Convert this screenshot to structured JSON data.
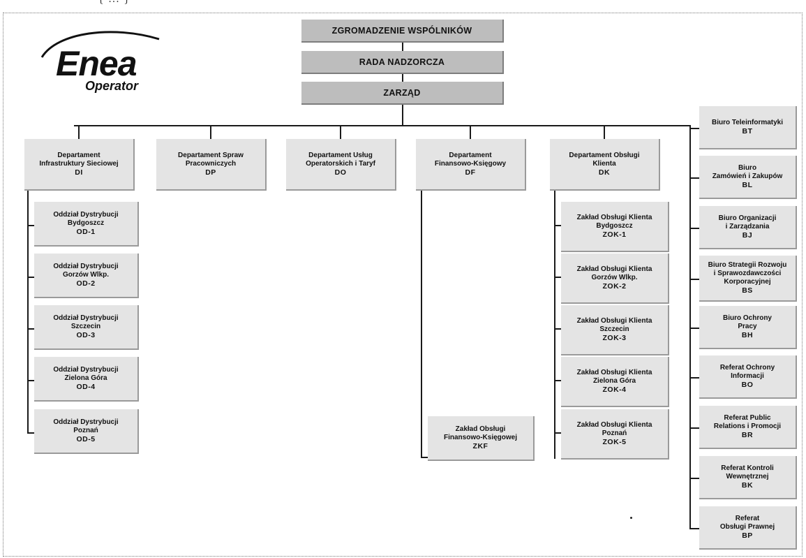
{
  "header_fragment": "{ ... }",
  "logo": {
    "word": "Enea",
    "sub": "Operator"
  },
  "top": [
    "ZGROMADZENIE WSPÓLNIKÓW",
    "RADA NADZORCZA",
    "ZARZĄD"
  ],
  "departments": [
    {
      "name": [
        "Departament",
        "Infrastruktury Sieciowej"
      ],
      "code": "DI"
    },
    {
      "name": [
        "Departament Spraw",
        "Pracowniczych"
      ],
      "code": "DP"
    },
    {
      "name": [
        "Departament Usług",
        "Operatorskich i Taryf"
      ],
      "code": "DO"
    },
    {
      "name": [
        "Departament",
        "Finansowo-Księgowy"
      ],
      "code": "DF"
    },
    {
      "name": [
        "Departament Obsługi",
        "Klienta"
      ],
      "code": "DK"
    }
  ],
  "di_units": [
    {
      "name": [
        "Oddział Dystrybucji",
        "Bydgoszcz"
      ],
      "code": "OD-1"
    },
    {
      "name": [
        "Oddział Dystrybucji",
        "Gorzów Wlkp."
      ],
      "code": "OD-2"
    },
    {
      "name": [
        "Oddział Dystrybucji",
        "Szczecin"
      ],
      "code": "OD-3"
    },
    {
      "name": [
        "Oddział Dystrybucji",
        "Zielona Góra"
      ],
      "code": "OD-4"
    },
    {
      "name": [
        "Oddział Dystrybucji",
        "Poznań"
      ],
      "code": "OD-5"
    }
  ],
  "df_units": [
    {
      "name": [
        "Zakład Obsługi",
        "Finansowo-Księgowej"
      ],
      "code": "ZKF"
    }
  ],
  "dk_units": [
    {
      "name": [
        "Zakład Obsługi Klienta",
        "Bydgoszcz"
      ],
      "code": "ZOK-1"
    },
    {
      "name": [
        "Zakład Obsługi Klienta",
        "Gorzów Wlkp."
      ],
      "code": "ZOK-2"
    },
    {
      "name": [
        "Zakład Obsługi Klienta",
        "Szczecin"
      ],
      "code": "ZOK-3"
    },
    {
      "name": [
        "Zakład Obsługi Klienta",
        "Zielona Góra"
      ],
      "code": "ZOK-4"
    },
    {
      "name": [
        "Zakład Obsługi Klienta",
        "Poznań"
      ],
      "code": "ZOK-5"
    }
  ],
  "offices": [
    {
      "name": [
        "Biuro Teleinformatyki"
      ],
      "code": "BT"
    },
    {
      "name": [
        "Biuro",
        "Zamówień i Zakupów"
      ],
      "code": "BL"
    },
    {
      "name": [
        "Biuro Organizacji",
        "i Zarządzania"
      ],
      "code": "BJ"
    },
    {
      "name": [
        "Biuro Strategii Rozwoju",
        "i Sprawozdawczości",
        "Korporacyjnej"
      ],
      "code": "BS"
    },
    {
      "name": [
        "Biuro Ochrony",
        "Pracy"
      ],
      "code": "BH"
    },
    {
      "name": [
        "Referat Ochrony",
        "Informacji"
      ],
      "code": "BO"
    },
    {
      "name": [
        "Referat Public",
        "Relations i Promocji"
      ],
      "code": "BR"
    },
    {
      "name": [
        "Referat Kontroli",
        "Wewnętrznej"
      ],
      "code": "BK"
    },
    {
      "name": [
        "Referat",
        "Obsługi Prawnej"
      ],
      "code": "BP"
    }
  ]
}
